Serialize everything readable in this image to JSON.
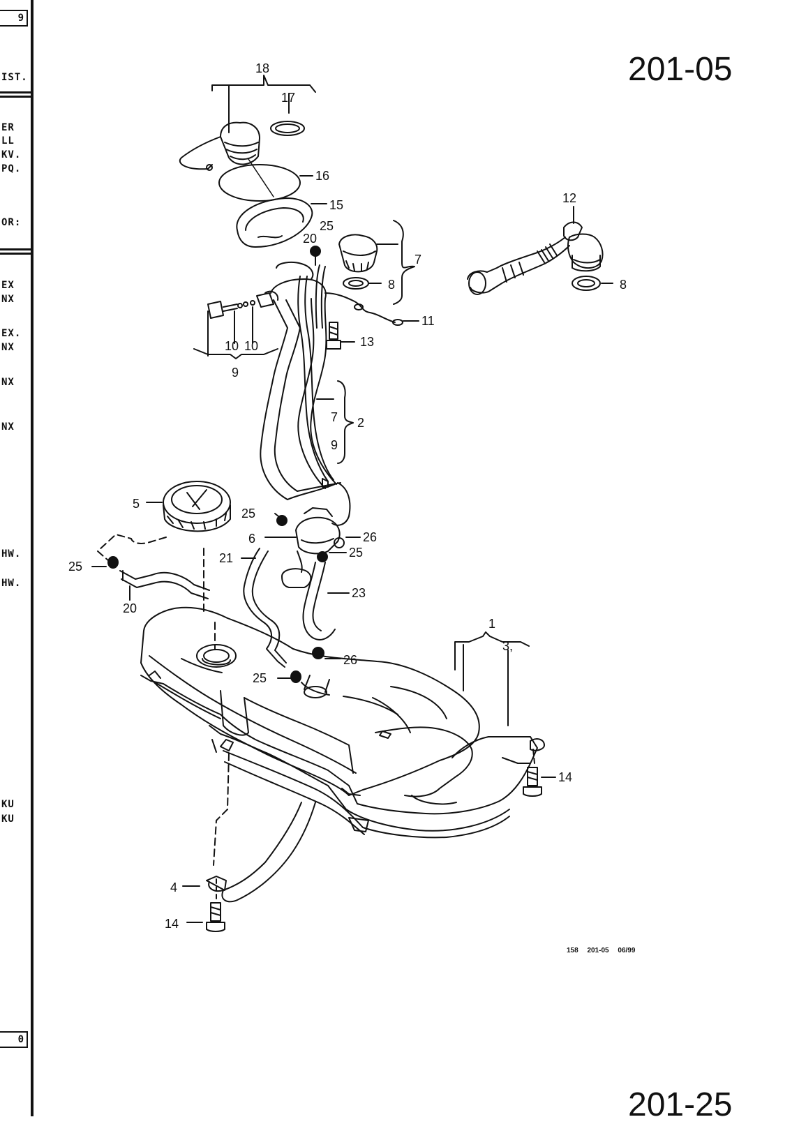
{
  "page": {
    "number": "201-05",
    "next_number": "201-25"
  },
  "left_strip": {
    "box_top": "9",
    "box_bottom": "0",
    "stubs": [
      "IST.",
      "ER",
      "LL",
      "KV.",
      "PQ.",
      "OR:",
      "EX",
      "NX",
      "EX.",
      "NX",
      "NX",
      "NX",
      "HW.",
      "HW.",
      "KU",
      "KU"
    ]
  },
  "callouts": [
    "18",
    "17",
    "16",
    "15",
    "25",
    "20",
    "7",
    "8",
    "12",
    "8",
    "11",
    "13",
    "10",
    "10",
    "9",
    "7",
    "2",
    "9",
    "5",
    "25",
    "6",
    "26",
    "25",
    "25",
    "21",
    "20",
    "23",
    "26",
    "25",
    "1",
    "3,",
    "14",
    "4",
    "14"
  ],
  "footer": {
    "code": "158 201-05 06/99"
  }
}
